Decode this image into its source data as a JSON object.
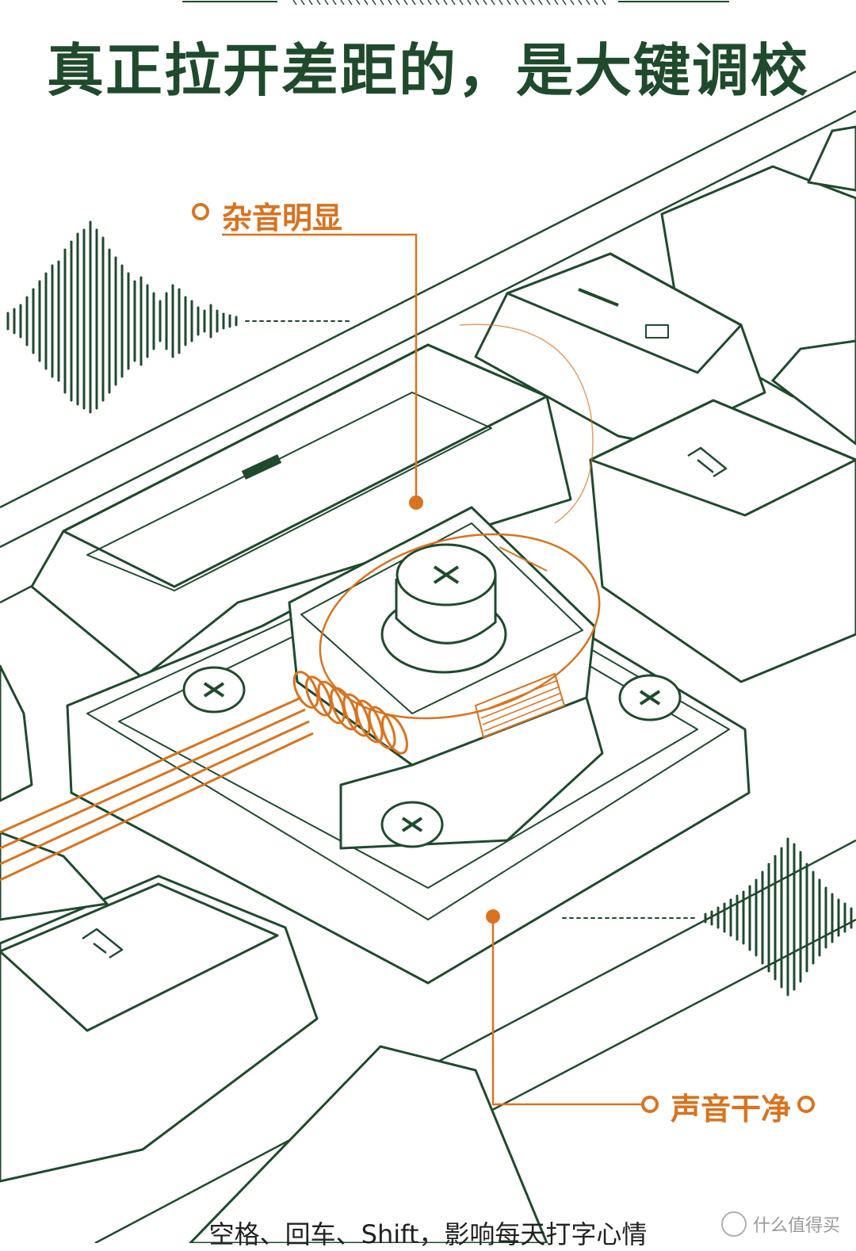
{
  "title": "真正拉开差距的，是大键调校",
  "callouts": {
    "noise": "杂音明显",
    "clean": "声音干净"
  },
  "caption": "空格、回车、Shift，影响每天打字心情",
  "watermark": "什么值得买",
  "colors": {
    "line": "#1f4a2c",
    "accent": "#d9731f",
    "background": "#ffffff"
  }
}
